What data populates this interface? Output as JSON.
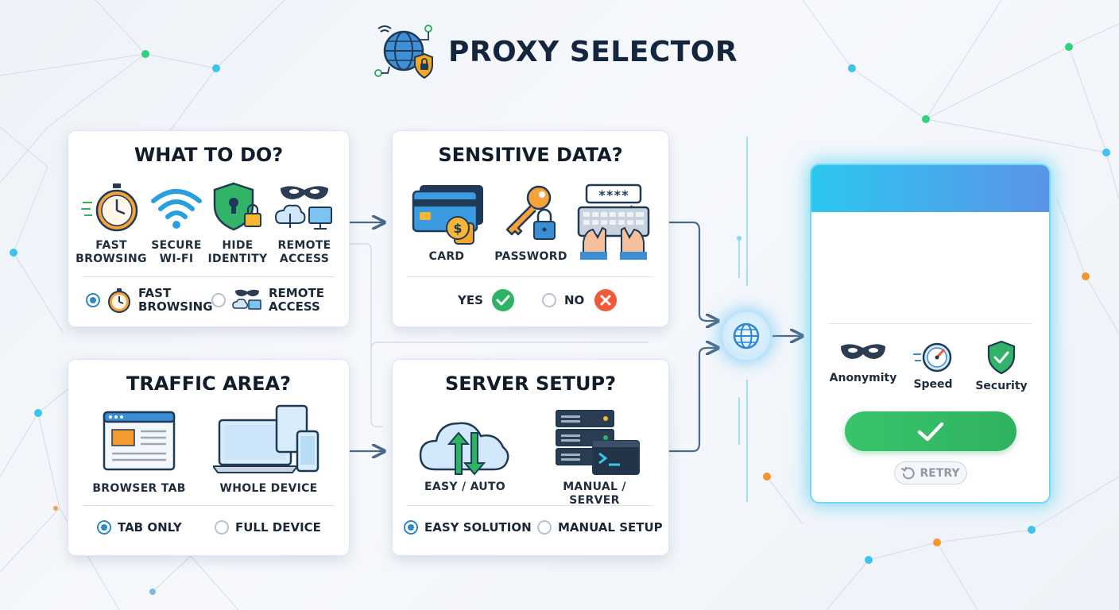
{
  "header": {
    "title": "PROXY SELECTOR",
    "logo_icon": "globe-shield-icon"
  },
  "cards": {
    "what_to_do": {
      "title": "WHAT TO DO?",
      "options": [
        {
          "icon": "stopwatch-icon",
          "label_line1": "FAST",
          "label_line2": "BROWSING"
        },
        {
          "icon": "wifi-icon",
          "label_line1": "SECURE",
          "label_line2": "WI-FI"
        },
        {
          "icon": "shield-lock-icon",
          "label_line1": "HIDE",
          "label_line2": "IDENTITY"
        },
        {
          "icon": "mask-cloud-icon",
          "label_line1": "REMOTE",
          "label_line2": "ACCESS"
        }
      ],
      "choices": [
        {
          "label_line1": "FAST",
          "label_line2": "BROWSING",
          "selected": true
        },
        {
          "label_line1": "REMOTE",
          "label_line2": "ACCESS",
          "selected": false
        }
      ]
    },
    "sensitive_data": {
      "title": "SENSITIVE DATA?",
      "options": [
        {
          "icon": "credit-card-icon",
          "label": "CARD"
        },
        {
          "icon": "key-lock-icon",
          "label": "PASSWORD"
        },
        {
          "icon": "keyboard-password-icon",
          "label": "",
          "password_mask": "****"
        }
      ],
      "choices": [
        {
          "label": "YES",
          "selected": false,
          "badge": "check-icon"
        },
        {
          "label": "NO",
          "selected": false,
          "badge": "x-icon"
        }
      ]
    },
    "traffic_area": {
      "title": "TRAFFIC AREA?",
      "options": [
        {
          "icon": "browser-window-icon",
          "label": "BROWSER TAB"
        },
        {
          "icon": "devices-icon",
          "label": "WHOLE DEVICE"
        }
      ],
      "choices": [
        {
          "label": "TAB ONLY",
          "selected": true
        },
        {
          "label": "FULL DEVICE",
          "selected": false
        }
      ]
    },
    "server_setup": {
      "title": "SERVER SETUP?",
      "options": [
        {
          "icon": "cloud-sync-icon",
          "label": "EASY / AUTO"
        },
        {
          "icon": "server-terminal-icon",
          "label": "MANUAL / SERVER"
        }
      ],
      "choices": [
        {
          "label": "EASY SOLUTION",
          "selected": true
        },
        {
          "label": "MANUAL SETUP",
          "selected": false
        }
      ]
    }
  },
  "result": {
    "features": [
      {
        "icon": "mask-icon",
        "label": "Anonymity"
      },
      {
        "icon": "speedometer-icon",
        "label": "Speed"
      },
      {
        "icon": "shield-check-icon",
        "label": "Security"
      }
    ],
    "confirm_icon": "check-icon",
    "retry_label": "RETRY",
    "retry_icon": "retry-icon"
  },
  "colors": {
    "accent_blue": "#2f86c8",
    "result_header_start": "#2cc7ef",
    "result_header_end": "#5b93e8",
    "confirm_green": "#38c46b",
    "yes_green": "#2db463",
    "no_red": "#f05a3a",
    "connector": "#4a6a8a"
  }
}
